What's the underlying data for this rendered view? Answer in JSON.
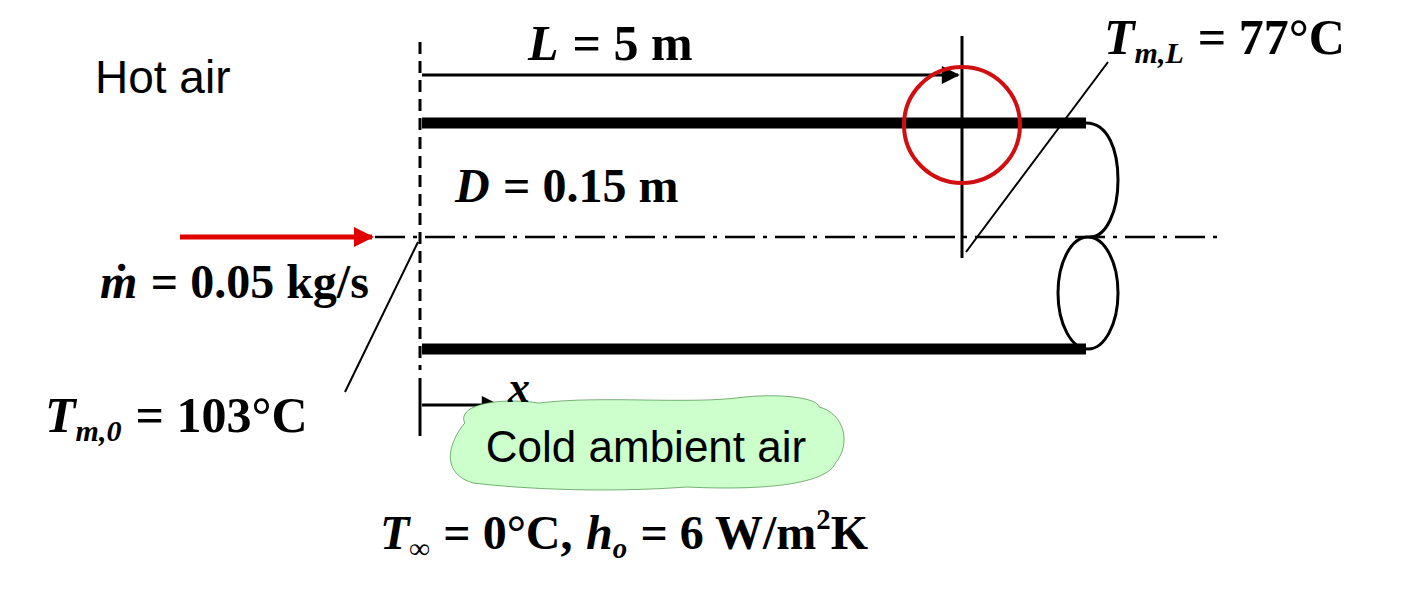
{
  "diagram": {
    "nodes": [
      {
        "text": [
          "Cold ambient air"
        ]
      }
    ],
    "labels": [
      "L",
      "= 5 m",
      "T",
      "m,L",
      "= 77°C",
      "Hot air",
      "D",
      "= 0.15 m",
      "ṁ",
      "= 0.05 kg/s",
      "T",
      "m,0",
      "= 103°C",
      "x",
      "T",
      "∞",
      "= 0°C,",
      "h",
      "o",
      "= 6 W/m",
      "2",
      "K"
    ]
  }
}
